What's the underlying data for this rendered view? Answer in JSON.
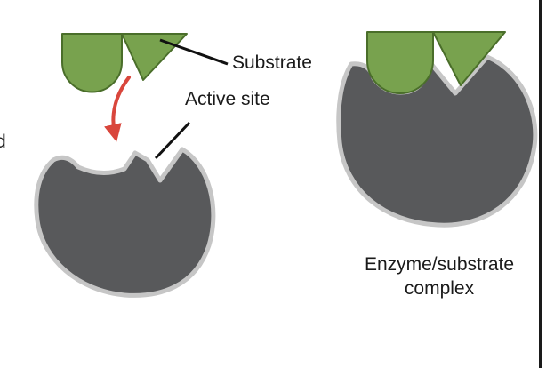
{
  "labels": {
    "substrate": "Substrate",
    "active_site": "Active site",
    "cut_off_text": "d",
    "complex_line1": "Enzyme/substrate",
    "complex_line2": "complex"
  },
  "colors": {
    "substrate_fill": "#78a24e",
    "substrate_stroke": "#4a6e2a",
    "enzyme_fill": "#58595b",
    "enzyme_outline": "#c6c6c6",
    "arrow": "#d9463c",
    "pointer_line": "#111111"
  }
}
